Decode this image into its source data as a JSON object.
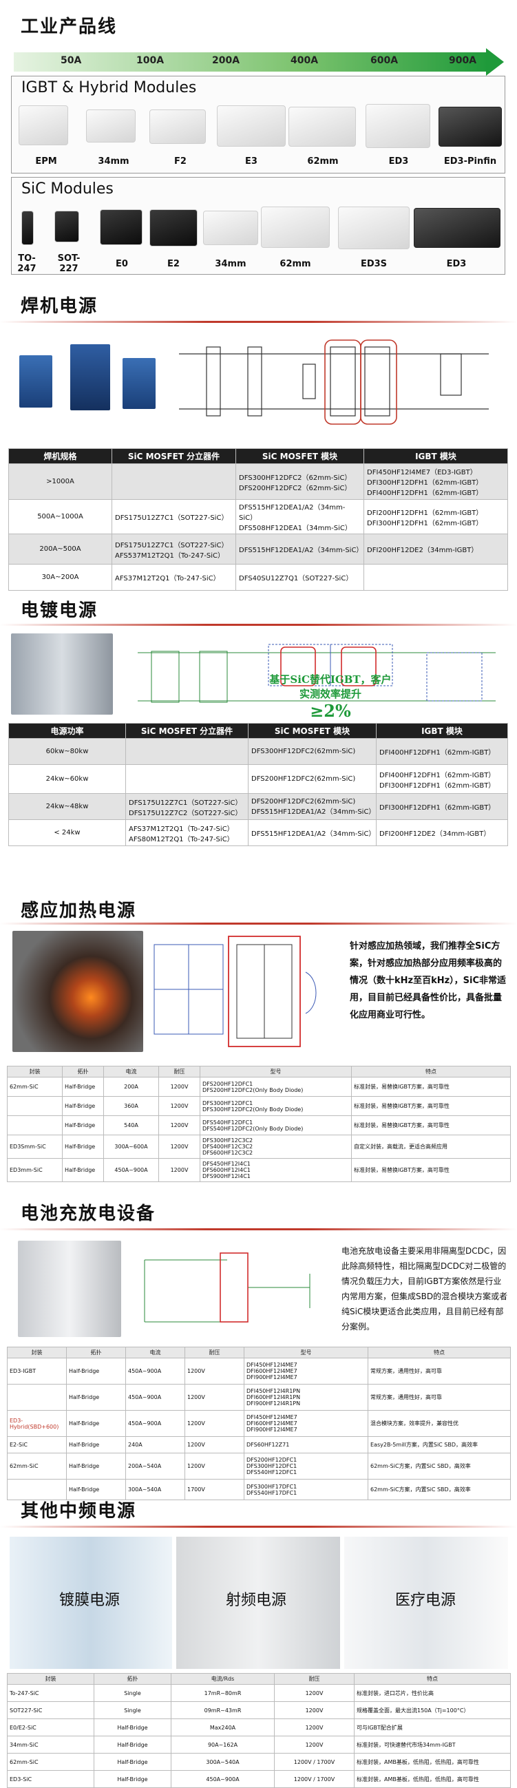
{
  "sections": {
    "industrial": "工业产品线",
    "welding": "焊机电源",
    "plating": "电镀电源",
    "induction": "感应加热电源",
    "battery": "电池充放电设备",
    "other": "其他中频电源"
  },
  "amps": [
    "50A",
    "100A",
    "200A",
    "400A",
    "600A",
    "900A"
  ],
  "igbt_panel": {
    "title": "IGBT & Hybrid Modules",
    "items": [
      "EPM",
      "34mm",
      "F2",
      "E3",
      "62mm",
      "ED3",
      "ED3-Pinfin"
    ]
  },
  "sic_panel": {
    "title": "SiC Modules",
    "items": [
      "TO-247",
      "SOT-227",
      "E0",
      "E2",
      "34mm",
      "62mm",
      "ED3S",
      "ED3"
    ]
  },
  "colors": {
    "accent": "#c0392b",
    "green": "#1f9a3a",
    "header": "#1f1f1f"
  },
  "weld_table": {
    "headers": [
      "焊机规格",
      "SiC MOSFET 分立器件",
      "SiC MOSFET 模块",
      "IGBT 模块"
    ],
    "rows": [
      [
        ">1000A",
        "",
        "DFS300HF12DFC2（62mm-SiC）\nDFS200HF12DFC2（62mm-SiC）",
        "DFI450HF12I4ME7（ED3-IGBT）\nDFI300HF12DFH1（62mm-IGBT）\nDFI400HF12DFH1（62mm-IGBT）"
      ],
      [
        "500A~1000A",
        "DFS175U12Z7C1（SOT227-SiC）",
        "DFS515HF12DEA1/A2（34mm-SiC）\nDFS508HF12DEA1（34mm-SiC）",
        "DFI200HF12DFH1（62mm-IGBT）\nDFI300HF12DFH1（62mm-IGBT）"
      ],
      [
        "200A~500A",
        "DFS175U12Z7C1（SOT227-SiC）\nAFS537M12T2Q1（To-247-SiC）",
        "DFS515HF12DEA1/A2（34mm-SiC）",
        "DFI200HF12DE2（34mm-IGBT）"
      ],
      [
        "30A~200A",
        "AFS37M12T2Q1（To-247-SiC）",
        "DFS40SU12Z7Q1（SOT227-SiC）",
        ""
      ]
    ]
  },
  "plating_note": [
    "基于SiC替代IGBT，客户",
    "实测效率提升",
    "≥2%"
  ],
  "plating_table": {
    "headers": [
      "电源功率",
      "SiC MOSFET 分立器件",
      "SiC MOSFET 模块",
      "IGBT 模块"
    ],
    "rows": [
      [
        "60kw~80kw",
        "",
        "DFS300HF12DFC2(62mm-SiC)",
        "DFI400HF12DFH1（62mm-IGBT）"
      ],
      [
        "24kw~60kw",
        "",
        "DFS200HF12DFC2(62mm-SiC)",
        "DFI400HF12DFH1（62mm-IGBT）\nDFI300HF12DFH1（62mm-IGBT）"
      ],
      [
        "24kw~48kw",
        "DFS175U12Z7C1（SOT227-SiC）\nDFS175U12Z7C2（SOT227-SiC）",
        "DFS200HF12DFC2(62mm-SiC)\nDFS515HF12DEA1/A2（34mm-SiC）",
        "DFI300HF12DFH1（62mm-IGBT）"
      ],
      [
        "< 24kw",
        "AFS37M12T2Q1（To-247-SiC）\nAFS80M12T2Q1（To-247-SiC）",
        "DFS515HF12DEA1/A2（34mm-SiC）",
        "DFI200HF12DE2（34mm-IGBT）"
      ]
    ]
  },
  "induction_desc": "针对感应加热领域，我们推荐全SiC方案，针对感应加热部分应用频率极高的情况（数十kHz至百kHz），SiC非常适用，目目前已经具备性价比，具备批量化应用商业可行性。",
  "induction_table": {
    "headers": [
      "封装",
      "拓扑",
      "电流",
      "耐压",
      "型号",
      "特点"
    ],
    "rows": [
      [
        "62mm-SiC",
        "Half-Bridge",
        "200A",
        "1200V",
        "DFS200HF12DFC1\nDFS200HF12DFC2(Only Body Diode)",
        "标准封装，易替换IGBT方案，高可靠性"
      ],
      [
        "",
        "Half-Bridge",
        "360A",
        "1200V",
        "DFS300HF12DFC1\nDFS300HF12DFC2(Only Body Diode)",
        "标准封装，易替换IGBT方案，高可靠性"
      ],
      [
        "",
        "Half-Bridge",
        "540A",
        "1200V",
        "DFS540HF12DFC1\nDFS540HF12DFC2(Only Body Diode)",
        "标准封装，易替换IGBT方案，高可靠性"
      ],
      [
        "ED3Smm-SiC",
        "Half-Bridge",
        "300A~600A",
        "1200V",
        "DFS300HF12C3C2\nDFS400HF12C3C2\nDFS600HF12C3C2",
        "自定义封装，高载流，更适合高频应用"
      ],
      [
        "ED3mm-SiC",
        "Half-Bridge",
        "450A~900A",
        "1200V",
        "DFS450HF12I4C1\nDFS600HF12I4C1\nDFS900HF12I4C1",
        "标准封装，易替换IGBT方案，高可靠性"
      ]
    ]
  },
  "battery_desc": "电池充放电设备主要采用非隔离型DCDC，因此除高频特性，相比隔离型DCDC对二极管的情况负载压力大，目前IGBT方案依然是行业内常用方案，但集成SBD的混合模块方案或者纯SiC模块更适合此类应用，且目前已经有部分案例。",
  "battery_table": {
    "headers": [
      "封装",
      "拓扑",
      "电流",
      "耐压",
      "型号",
      "特点"
    ],
    "rows": [
      [
        "ED3-IGBT",
        "Half-Bridge",
        "450A~900A",
        "1200V",
        "DFI450HF12I4ME7\nDFI600HF12I4ME7\nDFI900HF12I4ME7",
        "常规方案，通用性好，高可靠"
      ],
      [
        "",
        "Half-Bridge",
        "450A~900A",
        "1200V",
        "DFI450HF12I4R1PN\nDFI600HF12I4R1PN\nDFI900HF12I4R1PN",
        "常规方案，通用性好，高可靠"
      ],
      [
        "ED3-Hybrid(SBD+600)",
        "Half-Bridge",
        "450A~900A",
        "1200V",
        "DFI450HF12I4ME7\nDFI600HF12I4ME7\nDFI900HF12I4ME7",
        "混合模块方案，效率提升，兼容性优"
      ],
      [
        "E2-SiC",
        "Half-Bridge",
        "240A",
        "1200V",
        "DFS60HF12Z71",
        "Easy2B-5mill方案，内置SiC SBD，高效率"
      ],
      [
        "62mm-SiC",
        "Half-Bridge",
        "200A~540A",
        "1200V",
        "DFS200HF12DFC1\nDFS300HF12DFC1\nDFS540HF12DFC1",
        "62mm-SiC方案，内置SiC SBD，高效率"
      ],
      [
        "",
        "Half-Bridge",
        "300A~540A",
        "1700V",
        "DFS300HF17DFC1\nDFS540HF17DFC1",
        "62mm-SiC方案，内置SiC SBD，高效率"
      ]
    ]
  },
  "other_bands": [
    "镀膜电源",
    "射频电源",
    "医疗电源"
  ],
  "other_table": {
    "headers": [
      "封装",
      "拓扑",
      "电流/Rds",
      "耐压",
      "特点"
    ],
    "rows": [
      [
        "To-247-SiC",
        "Single",
        "17mR~80mR",
        "1200V",
        "标准封装，进口芯片，性价比高"
      ],
      [
        "SOT227-SiC",
        "Single",
        "09mR~43mR",
        "1200V",
        "规格覆盖全面，最大出流150A（Tj=100°C）"
      ],
      [
        "E0/E2-SiC",
        "Half-Bridge",
        "Max240A",
        "1200V",
        "可与IGBT配合扩展"
      ],
      [
        "34mm-SiC",
        "Half-Bridge",
        "90A~162A",
        "1200V",
        "标准封装，可快速替代市场34mm-IGBT"
      ],
      [
        "62mm-SiC",
        "Half-Bridge",
        "300A~540A",
        "1200V / 1700V",
        "标准封装，AMB基板，低热阻，低热阻，高可靠性"
      ],
      [
        "ED3-SiC",
        "Half-Bridge",
        "450A~900A",
        "1200V / 1700V",
        "标准封装，AMB基板，低热阻，低热阻，高可靠性"
      ]
    ]
  }
}
